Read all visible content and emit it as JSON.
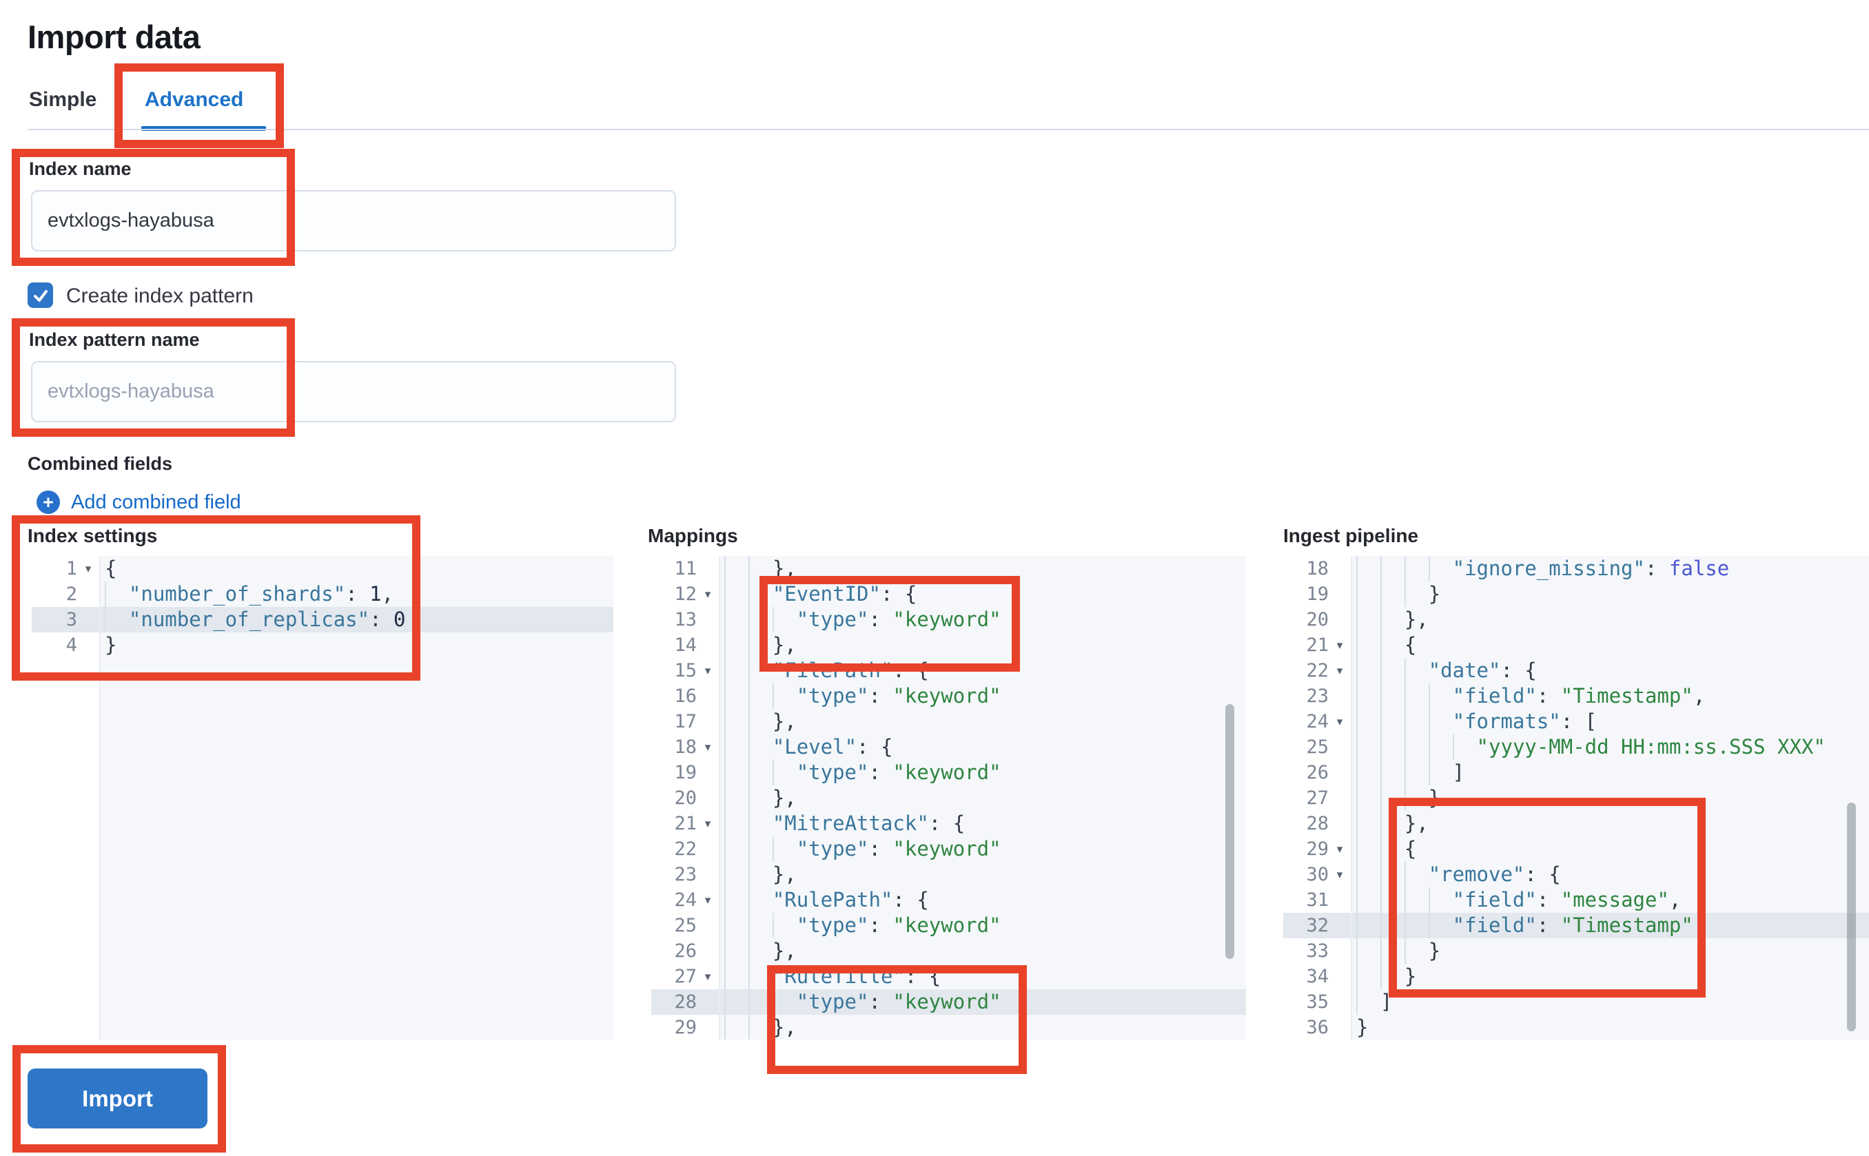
{
  "page": {
    "title": "Import data"
  },
  "tabs": {
    "simple": "Simple",
    "advanced": "Advanced"
  },
  "form": {
    "index_name_label": "Index name",
    "index_name_value": "evtxlogs-hayabusa",
    "create_index_pattern_label": "Create index pattern",
    "index_pattern_label": "Index pattern name",
    "index_pattern_placeholder": "evtxlogs-hayabusa",
    "combined_fields_label": "Combined fields",
    "add_combined_field_label": "Add combined field",
    "import_button_label": "Import"
  },
  "colors": {
    "primary_blue": "#2e76c8",
    "link_blue": "#1569c8",
    "selected_tab_blue": "#1d72c8",
    "annotation_red": "#e8432a",
    "editor_background": "#f5f7fa",
    "highlight_row": "#e3e7ee",
    "code_key": "#39769c",
    "code_string": "#2e8540",
    "code_boolean": "#4c56d2"
  },
  "icons": {
    "checkbox_check": "check-icon",
    "add_plus": "plus-in-circle-icon",
    "fold_arrow": "chevron-down-icon"
  },
  "editors": [
    {
      "id": "index-settings",
      "label": "Index settings",
      "lines": [
        {
          "n": "1",
          "fold": true,
          "hl": false,
          "g": 0,
          "t": [
            [
              "p",
              "{"
            ]
          ]
        },
        {
          "n": "2",
          "fold": false,
          "hl": false,
          "g": 1,
          "t": [
            [
              "k",
              "\"number_of_shards\""
            ],
            [
              "p",
              ": "
            ],
            [
              "n",
              "1"
            ],
            [
              "p",
              ","
            ]
          ]
        },
        {
          "n": "3",
          "fold": false,
          "hl": true,
          "g": 1,
          "t": [
            [
              "k",
              "\"number_of_replicas\""
            ],
            [
              "p",
              ": "
            ],
            [
              "n",
              "0"
            ]
          ]
        },
        {
          "n": "4",
          "fold": false,
          "hl": false,
          "g": 0,
          "t": [
            [
              "p",
              "}"
            ]
          ]
        }
      ]
    },
    {
      "id": "mappings",
      "label": "Mappings",
      "lines": [
        {
          "n": "11",
          "fold": false,
          "hl": false,
          "g": 2,
          "t": [
            [
              "p",
              "},"
            ]
          ]
        },
        {
          "n": "12",
          "fold": true,
          "hl": false,
          "g": 2,
          "t": [
            [
              "k",
              "\"EventID\""
            ],
            [
              "p",
              ": {"
            ]
          ]
        },
        {
          "n": "13",
          "fold": false,
          "hl": false,
          "g": 3,
          "t": [
            [
              "k",
              "\"type\""
            ],
            [
              "p",
              ": "
            ],
            [
              "s",
              "\"keyword\""
            ]
          ]
        },
        {
          "n": "14",
          "fold": false,
          "hl": false,
          "g": 2,
          "t": [
            [
              "p",
              "},"
            ]
          ]
        },
        {
          "n": "15",
          "fold": true,
          "hl": false,
          "g": 2,
          "t": [
            [
              "k",
              "\"FilePath\""
            ],
            [
              "p",
              ": {"
            ]
          ]
        },
        {
          "n": "16",
          "fold": false,
          "hl": false,
          "g": 3,
          "t": [
            [
              "k",
              "\"type\""
            ],
            [
              "p",
              ": "
            ],
            [
              "s",
              "\"keyword\""
            ]
          ]
        },
        {
          "n": "17",
          "fold": false,
          "hl": false,
          "g": 2,
          "t": [
            [
              "p",
              "},"
            ]
          ]
        },
        {
          "n": "18",
          "fold": true,
          "hl": false,
          "g": 2,
          "t": [
            [
              "k",
              "\"Level\""
            ],
            [
              "p",
              ": {"
            ]
          ]
        },
        {
          "n": "19",
          "fold": false,
          "hl": false,
          "g": 3,
          "t": [
            [
              "k",
              "\"type\""
            ],
            [
              "p",
              ": "
            ],
            [
              "s",
              "\"keyword\""
            ]
          ]
        },
        {
          "n": "20",
          "fold": false,
          "hl": false,
          "g": 2,
          "t": [
            [
              "p",
              "},"
            ]
          ]
        },
        {
          "n": "21",
          "fold": true,
          "hl": false,
          "g": 2,
          "t": [
            [
              "k",
              "\"MitreAttack\""
            ],
            [
              "p",
              ": {"
            ]
          ]
        },
        {
          "n": "22",
          "fold": false,
          "hl": false,
          "g": 3,
          "t": [
            [
              "k",
              "\"type\""
            ],
            [
              "p",
              ": "
            ],
            [
              "s",
              "\"keyword\""
            ]
          ]
        },
        {
          "n": "23",
          "fold": false,
          "hl": false,
          "g": 2,
          "t": [
            [
              "p",
              "},"
            ]
          ]
        },
        {
          "n": "24",
          "fold": true,
          "hl": false,
          "g": 2,
          "t": [
            [
              "k",
              "\"RulePath\""
            ],
            [
              "p",
              ": {"
            ]
          ]
        },
        {
          "n": "25",
          "fold": false,
          "hl": false,
          "g": 3,
          "t": [
            [
              "k",
              "\"type\""
            ],
            [
              "p",
              ": "
            ],
            [
              "s",
              "\"keyword\""
            ]
          ]
        },
        {
          "n": "26",
          "fold": false,
          "hl": false,
          "g": 2,
          "t": [
            [
              "p",
              "},"
            ]
          ]
        },
        {
          "n": "27",
          "fold": true,
          "hl": false,
          "g": 2,
          "t": [
            [
              "k",
              "\"RuleTitle\""
            ],
            [
              "p",
              ": {"
            ]
          ]
        },
        {
          "n": "28",
          "fold": false,
          "hl": true,
          "g": 3,
          "t": [
            [
              "k",
              "\"type\""
            ],
            [
              "p",
              ": "
            ],
            [
              "s",
              "\"keyword\""
            ]
          ]
        },
        {
          "n": "29",
          "fold": false,
          "hl": false,
          "g": 2,
          "t": [
            [
              "p",
              "},"
            ]
          ]
        }
      ]
    },
    {
      "id": "ingest-pipeline",
      "label": "Ingest pipeline",
      "lines": [
        {
          "n": "18",
          "fold": false,
          "hl": false,
          "g": 4,
          "t": [
            [
              "k",
              "\"ignore_missing\""
            ],
            [
              "p",
              ": "
            ],
            [
              "b",
              "false"
            ]
          ]
        },
        {
          "n": "19",
          "fold": false,
          "hl": false,
          "g": 3,
          "t": [
            [
              "p",
              "}"
            ]
          ]
        },
        {
          "n": "20",
          "fold": false,
          "hl": false,
          "g": 2,
          "t": [
            [
              "p",
              "},"
            ]
          ]
        },
        {
          "n": "21",
          "fold": true,
          "hl": false,
          "g": 2,
          "t": [
            [
              "p",
              "{"
            ]
          ]
        },
        {
          "n": "22",
          "fold": true,
          "hl": false,
          "g": 3,
          "t": [
            [
              "k",
              "\"date\""
            ],
            [
              "p",
              ": {"
            ]
          ]
        },
        {
          "n": "23",
          "fold": false,
          "hl": false,
          "g": 4,
          "t": [
            [
              "k",
              "\"field\""
            ],
            [
              "p",
              ": "
            ],
            [
              "s",
              "\"Timestamp\""
            ],
            [
              "p",
              ","
            ]
          ]
        },
        {
          "n": "24",
          "fold": true,
          "hl": false,
          "g": 4,
          "t": [
            [
              "k",
              "\"formats\""
            ],
            [
              "p",
              ": ["
            ]
          ]
        },
        {
          "n": "25",
          "fold": false,
          "hl": false,
          "g": 5,
          "t": [
            [
              "s",
              "\"yyyy-MM-dd HH:mm:ss.SSS XXX\""
            ]
          ]
        },
        {
          "n": "26",
          "fold": false,
          "hl": false,
          "g": 4,
          "t": [
            [
              "p",
              "]"
            ]
          ]
        },
        {
          "n": "27",
          "fold": false,
          "hl": false,
          "g": 3,
          "t": [
            [
              "p",
              "}"
            ]
          ]
        },
        {
          "n": "28",
          "fold": false,
          "hl": false,
          "g": 2,
          "t": [
            [
              "p",
              "},"
            ]
          ]
        },
        {
          "n": "29",
          "fold": true,
          "hl": false,
          "g": 2,
          "t": [
            [
              "p",
              "{"
            ]
          ]
        },
        {
          "n": "30",
          "fold": true,
          "hl": false,
          "g": 3,
          "t": [
            [
              "k",
              "\"remove\""
            ],
            [
              "p",
              ": {"
            ]
          ]
        },
        {
          "n": "31",
          "fold": false,
          "hl": false,
          "g": 4,
          "t": [
            [
              "k",
              "\"field\""
            ],
            [
              "p",
              ": "
            ],
            [
              "s",
              "\"message\""
            ],
            [
              "p",
              ","
            ]
          ]
        },
        {
          "n": "32",
          "fold": false,
          "hl": true,
          "g": 4,
          "t": [
            [
              "k",
              "\"field\""
            ],
            [
              "p",
              ": "
            ],
            [
              "s",
              "\"Timestamp\""
            ]
          ]
        },
        {
          "n": "33",
          "fold": false,
          "hl": false,
          "g": 3,
          "t": [
            [
              "p",
              "}"
            ]
          ]
        },
        {
          "n": "34",
          "fold": false,
          "hl": false,
          "g": 2,
          "t": [
            [
              "p",
              "}"
            ]
          ]
        },
        {
          "n": "35",
          "fold": false,
          "hl": false,
          "g": 1,
          "t": [
            [
              "p",
              "]"
            ]
          ]
        },
        {
          "n": "36",
          "fold": false,
          "hl": false,
          "g": 0,
          "t": [
            [
              "p",
              "}"
            ]
          ]
        }
      ]
    }
  ]
}
